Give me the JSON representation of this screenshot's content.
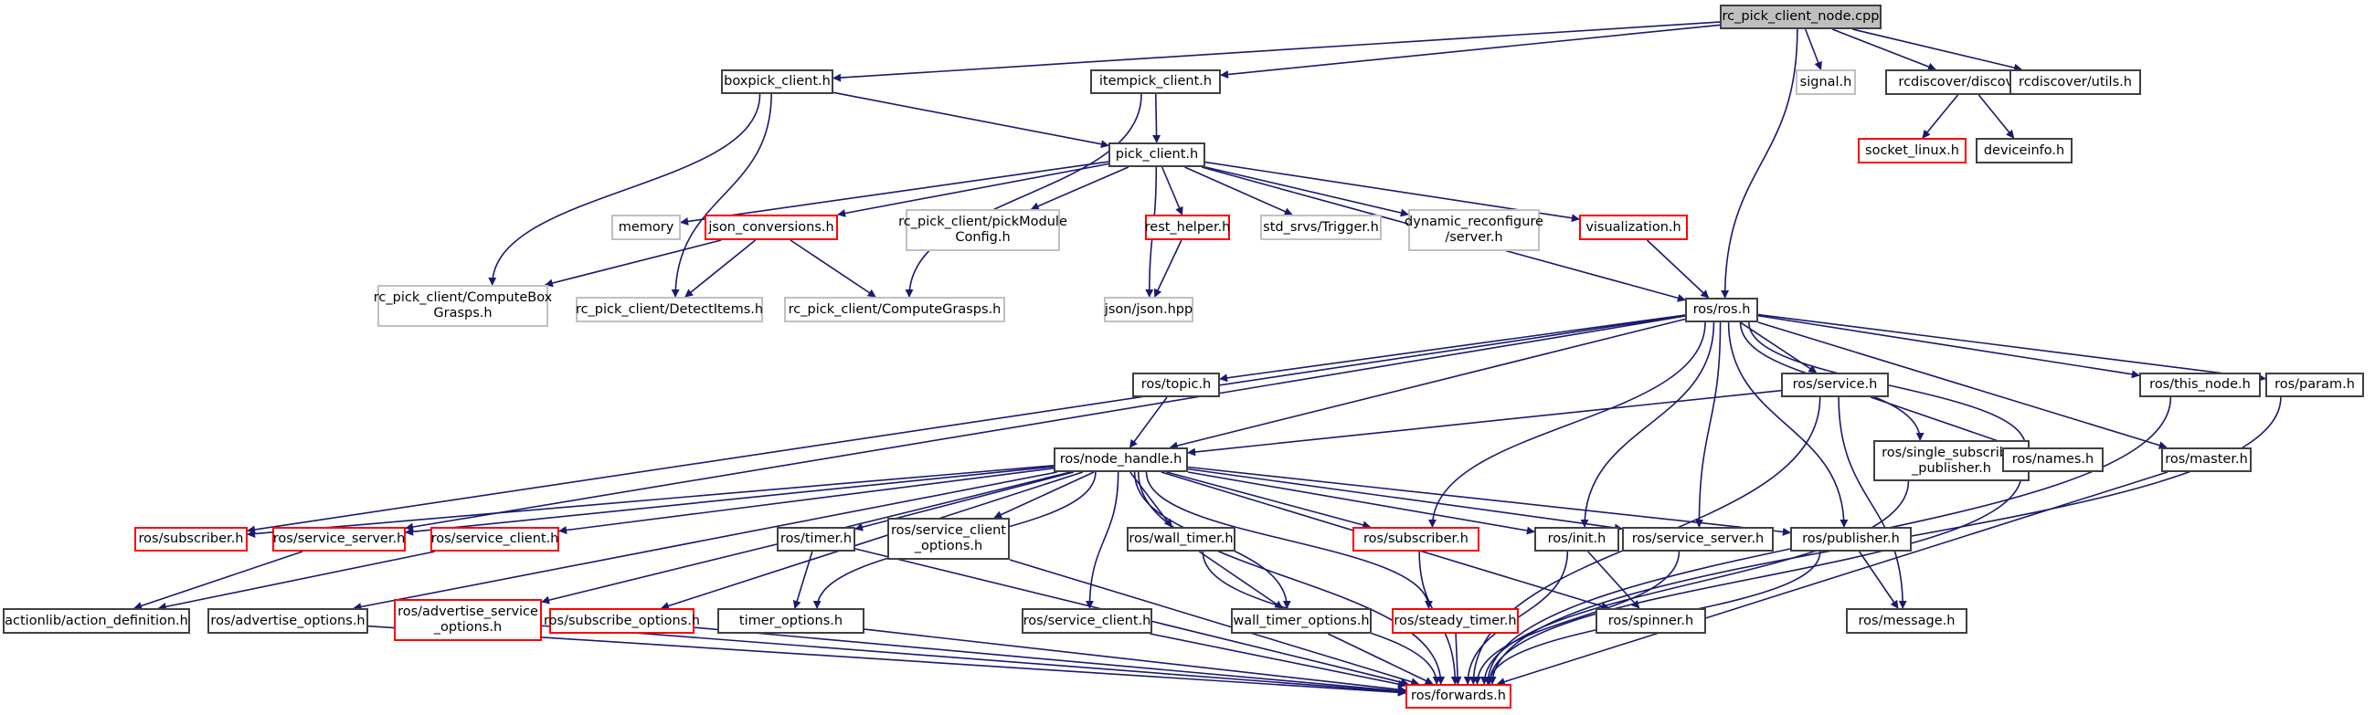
{
  "diagram": {
    "title": "rc_pick_client_node.cpp",
    "legend_colors": {
      "edge": "#191970",
      "root_fill": "#bfbfbf",
      "documented_border": "#404040",
      "undocumented_border": "#c0c0c0",
      "truncated_border": "#ff0000"
    },
    "nodes": [
      {
        "id": "root",
        "label": "rc_pick_client_node.cpp",
        "kind": "root"
      },
      {
        "id": "boxpick",
        "label": "boxpick_client.h",
        "kind": "doc"
      },
      {
        "id": "itempick",
        "label": "itempick_client.h",
        "kind": "doc"
      },
      {
        "id": "signal",
        "label": "signal.h",
        "kind": "missing"
      },
      {
        "id": "discover",
        "label": "rcdiscover/discover.h",
        "kind": "doc"
      },
      {
        "id": "utils",
        "label": "rcdiscover/utils.h",
        "kind": "doc"
      },
      {
        "id": "socket",
        "label": "socket_linux.h",
        "kind": "trunc"
      },
      {
        "id": "deviceinfo",
        "label": "deviceinfo.h",
        "kind": "doc"
      },
      {
        "id": "pick",
        "label": "pick_client.h",
        "kind": "doc"
      },
      {
        "id": "memory",
        "label": "memory",
        "kind": "missing"
      },
      {
        "id": "jsonconv",
        "label": "json_conversions.h",
        "kind": "trunc"
      },
      {
        "id": "pickcfg",
        "label": "rc_pick_client/pickModule\nConfig.h",
        "kind": "missing"
      },
      {
        "id": "resthelper",
        "label": "rest_helper.h",
        "kind": "trunc"
      },
      {
        "id": "trigger",
        "label": "std_srvs/Trigger.h",
        "kind": "missing"
      },
      {
        "id": "dynserver",
        "label": "dynamic_reconfigure\n/server.h",
        "kind": "missing"
      },
      {
        "id": "visual",
        "label": "visualization.h",
        "kind": "trunc"
      },
      {
        "id": "computebox",
        "label": "rc_pick_client/ComputeBox\nGrasps.h",
        "kind": "missing"
      },
      {
        "id": "detectitems",
        "label": "rc_pick_client/DetectItems.h",
        "kind": "missing"
      },
      {
        "id": "computegrasps",
        "label": "rc_pick_client/ComputeGrasps.h",
        "kind": "missing"
      },
      {
        "id": "jsonhpp",
        "label": "json/json.hpp",
        "kind": "missing"
      },
      {
        "id": "ros",
        "label": "ros/ros.h",
        "kind": "doc"
      },
      {
        "id": "topic",
        "label": "ros/topic.h",
        "kind": "doc"
      },
      {
        "id": "service",
        "label": "ros/service.h",
        "kind": "doc"
      },
      {
        "id": "thisnode",
        "label": "ros/this_node.h",
        "kind": "doc"
      },
      {
        "id": "param",
        "label": "ros/param.h",
        "kind": "doc"
      },
      {
        "id": "nodehandle",
        "label": "ros/node_handle.h",
        "kind": "doc"
      },
      {
        "id": "singlesub",
        "label": "ros/single_subscriber\n_publisher.h",
        "kind": "doc"
      },
      {
        "id": "names",
        "label": "ros/names.h",
        "kind": "doc"
      },
      {
        "id": "master",
        "label": "ros/master.h",
        "kind": "doc"
      },
      {
        "id": "subscriber1",
        "label": "ros/subscriber.h",
        "kind": "trunc"
      },
      {
        "id": "servserver1",
        "label": "ros/service_server.h",
        "kind": "trunc"
      },
      {
        "id": "servclient1",
        "label": "ros/service_client.h",
        "kind": "trunc"
      },
      {
        "id": "timer",
        "label": "ros/timer.h",
        "kind": "doc"
      },
      {
        "id": "scoptions",
        "label": "ros/service_client\n_options.h",
        "kind": "doc"
      },
      {
        "id": "walltimer",
        "label": "ros/wall_timer.h",
        "kind": "doc"
      },
      {
        "id": "subscriber2",
        "label": "ros/subscriber.h",
        "kind": "trunc"
      },
      {
        "id": "init",
        "label": "ros/init.h",
        "kind": "doc"
      },
      {
        "id": "servserver2",
        "label": "ros/service_server.h",
        "kind": "doc"
      },
      {
        "id": "publisher",
        "label": "ros/publisher.h",
        "kind": "doc"
      },
      {
        "id": "actiondef",
        "label": "actionlib/action_definition.h",
        "kind": "doc"
      },
      {
        "id": "advopts",
        "label": "ros/advertise_options.h",
        "kind": "doc"
      },
      {
        "id": "advsvcopts",
        "label": "ros/advertise_service\n_options.h",
        "kind": "trunc"
      },
      {
        "id": "subopts",
        "label": "ros/subscribe_options.h",
        "kind": "trunc"
      },
      {
        "id": "timeropts",
        "label": "timer_options.h",
        "kind": "doc"
      },
      {
        "id": "servclient2",
        "label": "ros/service_client.h",
        "kind": "doc"
      },
      {
        "id": "walltimeropts",
        "label": "wall_timer_options.h",
        "kind": "doc"
      },
      {
        "id": "steadytimer",
        "label": "ros/steady_timer.h",
        "kind": "trunc"
      },
      {
        "id": "spinner",
        "label": "ros/spinner.h",
        "kind": "doc"
      },
      {
        "id": "message",
        "label": "ros/message.h",
        "kind": "doc"
      },
      {
        "id": "forwards",
        "label": "ros/forwards.h",
        "kind": "trunc"
      }
    ],
    "edges": [
      [
        "root",
        "boxpick"
      ],
      [
        "root",
        "itempick"
      ],
      [
        "root",
        "signal"
      ],
      [
        "root",
        "discover"
      ],
      [
        "root",
        "utils"
      ],
      [
        "root",
        "ros"
      ],
      [
        "discover",
        "socket"
      ],
      [
        "discover",
        "deviceinfo"
      ],
      [
        "boxpick",
        "pick"
      ],
      [
        "boxpick",
        "computebox"
      ],
      [
        "boxpick",
        "detectitems"
      ],
      [
        "itempick",
        "pick"
      ],
      [
        "itempick",
        "computegrasps"
      ],
      [
        "pick",
        "memory"
      ],
      [
        "pick",
        "jsonconv"
      ],
      [
        "pick",
        "pickcfg"
      ],
      [
        "pick",
        "resthelper"
      ],
      [
        "pick",
        "trigger"
      ],
      [
        "pick",
        "dynserver"
      ],
      [
        "pick",
        "visual"
      ],
      [
        "pick",
        "jsonhpp"
      ],
      [
        "pick",
        "ros"
      ],
      [
        "jsonconv",
        "computebox"
      ],
      [
        "jsonconv",
        "detectitems"
      ],
      [
        "jsonconv",
        "computegrasps"
      ],
      [
        "resthelper",
        "jsonhpp"
      ],
      [
        "visual",
        "ros"
      ],
      [
        "ros",
        "topic"
      ],
      [
        "ros",
        "service"
      ],
      [
        "ros",
        "thisnode"
      ],
      [
        "ros",
        "param"
      ],
      [
        "ros",
        "nodehandle"
      ],
      [
        "ros",
        "singlesub"
      ],
      [
        "ros",
        "names"
      ],
      [
        "ros",
        "master"
      ],
      [
        "ros",
        "subscriber1"
      ],
      [
        "ros",
        "servserver1"
      ],
      [
        "ros",
        "subscriber2"
      ],
      [
        "ros",
        "init"
      ],
      [
        "ros",
        "servserver2"
      ],
      [
        "ros",
        "publisher"
      ],
      [
        "topic",
        "nodehandle"
      ],
      [
        "service",
        "nodehandle"
      ],
      [
        "service",
        "names"
      ],
      [
        "service",
        "message"
      ],
      [
        "service",
        "forwards"
      ],
      [
        "nodehandle",
        "subscriber1"
      ],
      [
        "nodehandle",
        "servserver1"
      ],
      [
        "nodehandle",
        "servclient1"
      ],
      [
        "nodehandle",
        "timer"
      ],
      [
        "nodehandle",
        "scoptions"
      ],
      [
        "nodehandle",
        "walltimer"
      ],
      [
        "nodehandle",
        "subscriber2"
      ],
      [
        "nodehandle",
        "init"
      ],
      [
        "nodehandle",
        "servserver2"
      ],
      [
        "nodehandle",
        "publisher"
      ],
      [
        "nodehandle",
        "advopts"
      ],
      [
        "nodehandle",
        "advsvcopts"
      ],
      [
        "nodehandle",
        "subopts"
      ],
      [
        "nodehandle",
        "timeropts"
      ],
      [
        "nodehandle",
        "servclient2"
      ],
      [
        "nodehandle",
        "walltimeropts"
      ],
      [
        "nodehandle",
        "steadytimer"
      ],
      [
        "nodehandle",
        "spinner"
      ],
      [
        "nodehandle",
        "forwards"
      ],
      [
        "servserver1",
        "actiondef"
      ],
      [
        "servclient1",
        "actiondef"
      ],
      [
        "timer",
        "timeropts"
      ],
      [
        "timer",
        "forwards"
      ],
      [
        "scoptions",
        "forwards"
      ],
      [
        "walltimer",
        "walltimeropts"
      ],
      [
        "walltimer",
        "forwards"
      ],
      [
        "subscriber2",
        "forwards"
      ],
      [
        "init",
        "spinner"
      ],
      [
        "init",
        "forwards"
      ],
      [
        "servserver2",
        "forwards"
      ],
      [
        "publisher",
        "message"
      ],
      [
        "publisher",
        "forwards"
      ],
      [
        "advopts",
        "forwards"
      ],
      [
        "advsvcopts",
        "forwards"
      ],
      [
        "subopts",
        "forwards"
      ],
      [
        "timeropts",
        "forwards"
      ],
      [
        "servclient2",
        "forwards"
      ],
      [
        "walltimeropts",
        "forwards"
      ],
      [
        "steadytimer",
        "forwards"
      ],
      [
        "singlesub",
        "forwards"
      ],
      [
        "names",
        "forwards"
      ],
      [
        "master",
        "forwards"
      ],
      [
        "thisnode",
        "forwards"
      ],
      [
        "param",
        "forwards"
      ]
    ]
  }
}
